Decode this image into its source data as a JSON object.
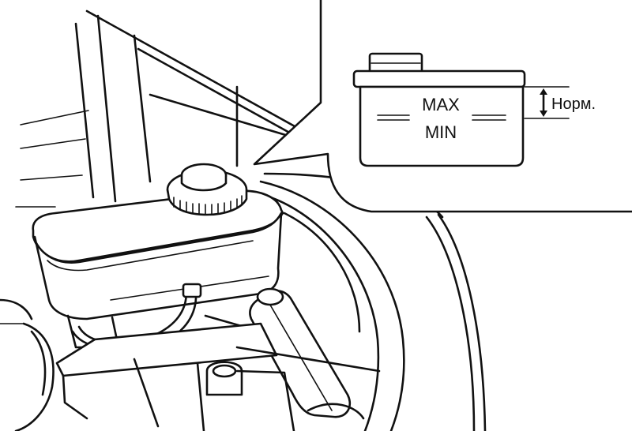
{
  "inset": {
    "max_label": "MAX",
    "min_label": "MIN",
    "norm_label": "Норм."
  }
}
